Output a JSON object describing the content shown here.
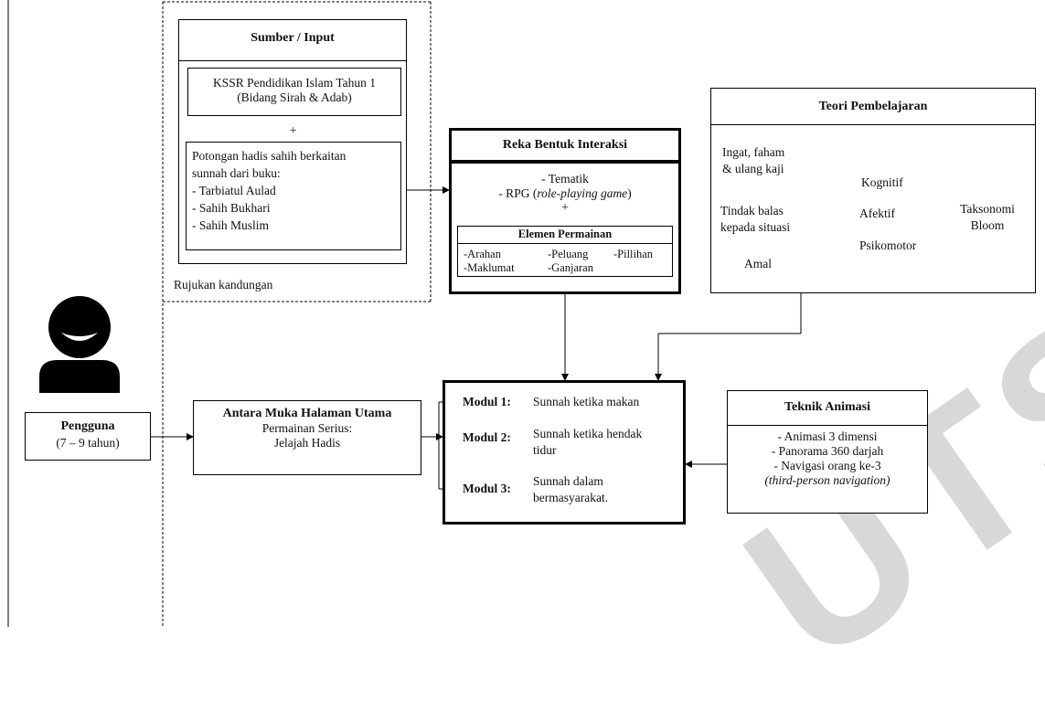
{
  "watermark": "UTSM",
  "user": {
    "label": "Pengguna",
    "age": "(7 – 9 tahun)"
  },
  "source": {
    "title": "Sumber / Input",
    "kssr_line1": "KSSR Pendidikan Islam Tahun 1",
    "kssr_line2": "(Bidang Sirah & Adab)",
    "plus": "+",
    "hadith_lines": [
      "Potongan hadis sahih berkaitan",
      "sunnah dari buku:",
      "- Tarbiatul Aulad",
      "- Sahih Bukhari",
      "- Sahih Muslim"
    ],
    "caption": "Rujukan kandungan"
  },
  "interaction": {
    "title": "Reka Bentuk Interaksi",
    "line1": "- Tematik",
    "line2_prefix": "- RPG (",
    "line2_italic": "role-playing game",
    "line2_suffix": ")",
    "plus": "+",
    "game_elements": {
      "title": "Elemen Permainan",
      "arahan": "-Arahan",
      "peluang": "-Peluang",
      "pillihan": "-Pillihan",
      "maklumat": "-Maklumat",
      "ganjaran": "-Ganjaran"
    }
  },
  "theory": {
    "title": "Teori Pembelajaran",
    "left": {
      "ingat_1": "Ingat, faham",
      "ingat_2": "& ulang kaji",
      "tindak_1": "Tindak balas",
      "tindak_2": "kepada situasi",
      "amal": "Amal"
    },
    "domains": {
      "kognitif": "Kognitif",
      "afektif": "Afektif",
      "psikomotor": "Psikomotor"
    },
    "taxonomy_1": "Taksonomi",
    "taxonomy_2": "Bloom"
  },
  "home": {
    "title": "Antara Muka Halaman Utama",
    "line1": "Permainan Serius:",
    "line2": "Jelajah Hadis"
  },
  "modules": [
    {
      "label": "Modul 1:",
      "desc_1": "Sunnah ketika makan",
      "desc_2": ""
    },
    {
      "label": "Modul 2:",
      "desc_1": "Sunnah ketika hendak",
      "desc_2": "tidur"
    },
    {
      "label": "Modul 3:",
      "desc_1": "Sunnah dalam",
      "desc_2": "bermasyarakat."
    }
  ],
  "animation": {
    "title": "Teknik Animasi",
    "line1": "- Animasi 3 dimensi",
    "line2": "- Panorama 360 darjah",
    "line3": "- Navigasi orang ke-3",
    "line4": "(third-person navigation)"
  }
}
